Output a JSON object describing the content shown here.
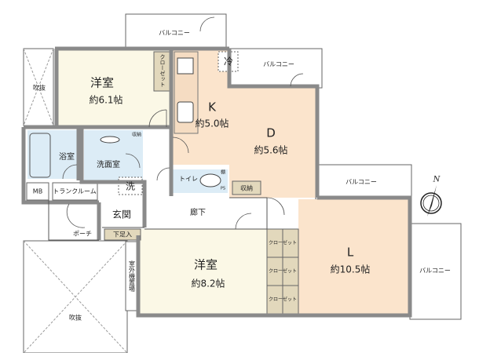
{
  "colors": {
    "cream": "#fbf8e6",
    "peach": "#fbe4cc",
    "blue": "#dcecf6",
    "storage": "#e2d8bc",
    "wall": "#8a8a8a"
  },
  "rooms": {
    "western1": {
      "name": "洋室",
      "size": "約6.1帖"
    },
    "kitchen": {
      "name": "K",
      "size": "約5.0帖"
    },
    "dining": {
      "name": "D",
      "size": "約5.6帖"
    },
    "living": {
      "name": "L",
      "size": "約10.5帖"
    },
    "western2": {
      "name": "洋室",
      "size": "約8.2帖"
    },
    "bath": "浴室",
    "washroom": "洗面室",
    "washer": "洗",
    "toilet": "トイレ",
    "entrance": "玄関",
    "shoe": "下足入",
    "porch": "ポーチ",
    "hall": "廊下",
    "mb": "MB",
    "trunk": "トランクルーム",
    "fridge": "冷",
    "storage": "収納",
    "storage_small": "収納",
    "closet": "クローゼット",
    "outdoor_unit": "室外機置場",
    "void": "吹抜",
    "shelf": "棚",
    "ps": "PS"
  },
  "balconies": [
    "バルコニー",
    "バルコニー",
    "バルコニー",
    "バルコニー"
  ],
  "compass": {
    "label": "N",
    "icon": "compass-icon"
  }
}
